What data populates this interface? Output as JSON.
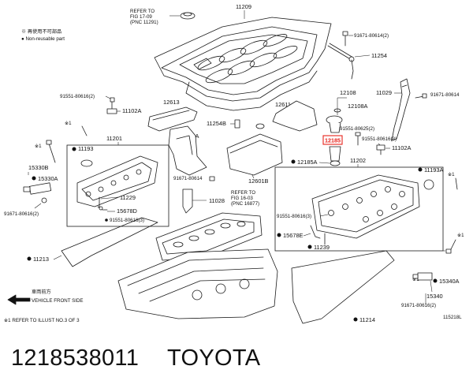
{
  "legend": {
    "reusable": "※ 再使用不可部品",
    "non_reusable": "● Non-reusable part"
  },
  "refs": {
    "fig_17_09": [
      "REFER TO",
      "FIG 17-09",
      "(PNC 11291)"
    ],
    "fig_16_03": [
      "REFER TO",
      "FIG 16-03",
      "(PNC 16877)"
    ]
  },
  "labels": {
    "p11209": "11209",
    "p91671_80614_top": "91671-80614(2)",
    "p11254": "11254",
    "p11029": "11029",
    "p91671_80614_right": "91671-80614",
    "p91551_80616_2": "91551-80616(2)",
    "p11102A_left": "11102A",
    "p12613": "12613",
    "p12611": "12611",
    "p12108": "12108",
    "p12108A": "12108A",
    "p11254B": "11254B",
    "p91551_80625_2": "91551-80625(2)",
    "p12612A": "12612A",
    "p91551_80616_3_right": "91551-80616(3)",
    "p11102A_right": "11102A",
    "p11201": "11201",
    "p11193_left": "11193",
    "p12185A": "12185A",
    "p11202": "11202",
    "p15330B": "15330B",
    "p15330A": "15330A",
    "p11193A": "11193A",
    "p91671_80614_mid": "91671-80614",
    "p12601B": "12601B",
    "p11229": "11229",
    "p11028": "11028",
    "p15678D": "15678D",
    "p91551_80616_3_left": "91551-80616(3)",
    "p91671_80616_2_left": "91671-80616(2)",
    "p91551_80616_3_cover": "91551-80616(3)",
    "p15678E": "15678E",
    "p11239": "11239",
    "p11213": "11213",
    "p15340A": "15340A",
    "p15340": "15340",
    "p91671_80616_2_right": "91671-80616(2)",
    "p11214": "11214",
    "highlight": "12185"
  },
  "front_arrow": [
    "車両前方",
    "VEHICLE FRONT SIDE"
  ],
  "footnote": "※1 REFER TO ILLUST NO.3 OF 3",
  "drawing_code": "115218L",
  "caption": {
    "part_number": "1218538011",
    "brand": "TOYOTA"
  },
  "colors": {
    "highlight": "#e8231c",
    "ink": "#111111"
  }
}
